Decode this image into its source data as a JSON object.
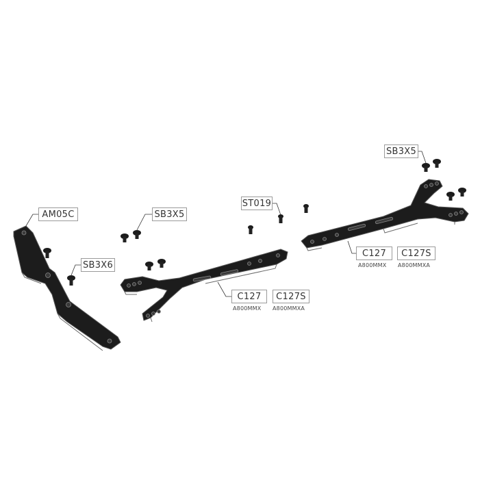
{
  "labels": {
    "am05c": "AM05C",
    "sb3x6": "SB3X6",
    "sb3x5_left": "SB3X5",
    "st019": "ST019",
    "c127_mid": "C127",
    "c127_mid_sub": "A800MMX",
    "c127s_mid": "C127S",
    "c127s_mid_sub": "A800MMXA",
    "sb3x5_right": "SB3X5",
    "c127_right": "C127",
    "c127_right_sub": "A800MMX",
    "c127s_right": "C127S",
    "c127s_right_sub": "A800MMXA"
  }
}
